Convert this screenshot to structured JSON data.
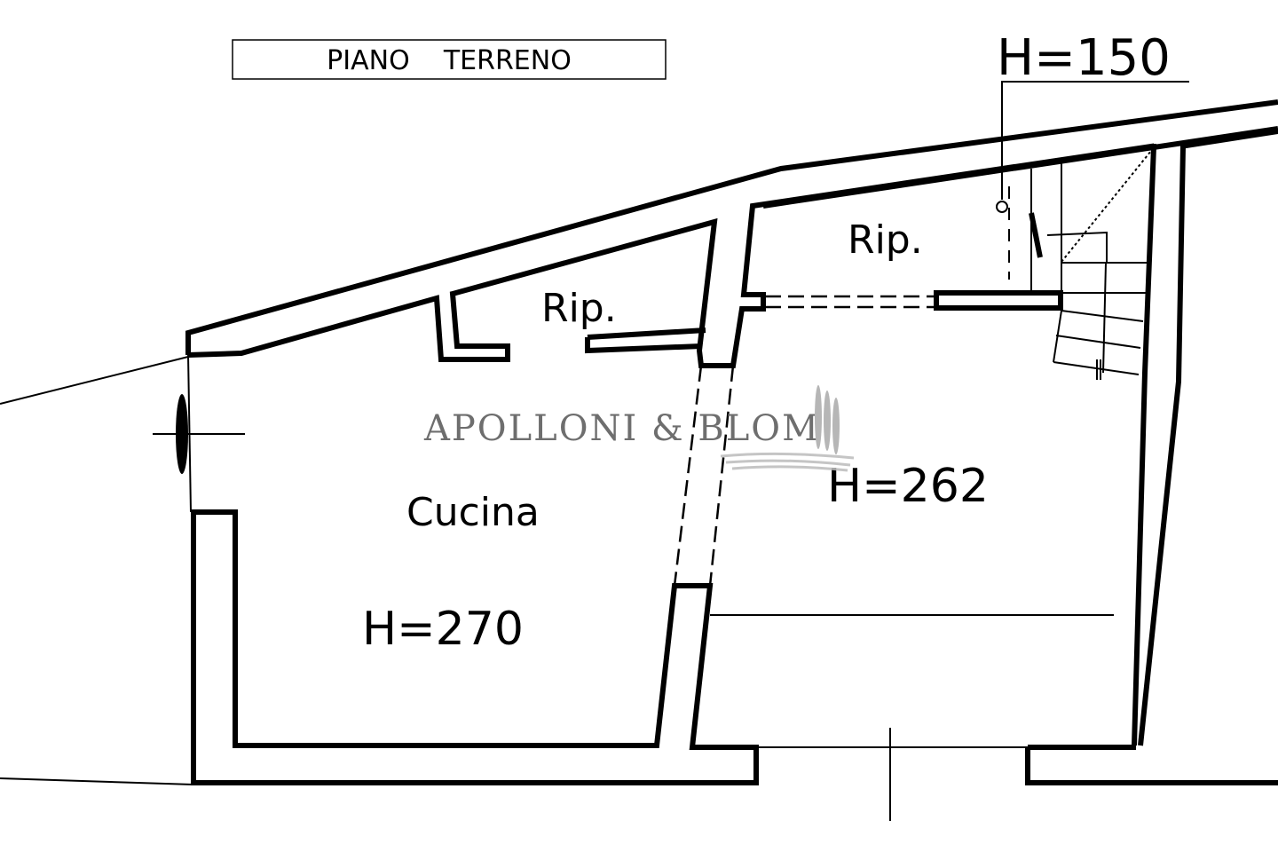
{
  "title": "PIANO    TERRENO",
  "labels": {
    "h150": "H=150",
    "rip_left": "Rip.",
    "rip_right": "Rip.",
    "cucina": "Cucina",
    "h270": "H=270",
    "h262": "H=262"
  },
  "watermark": "APOLLONI & BLOM"
}
